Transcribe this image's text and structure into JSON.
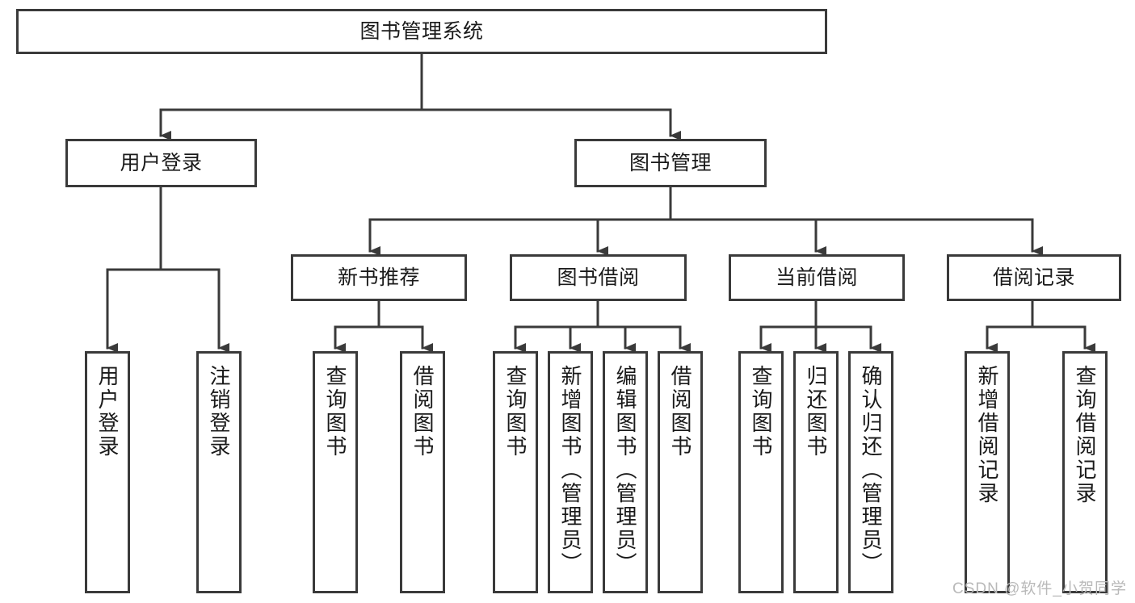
{
  "diagram": {
    "title": "图书管理系统",
    "type": "tree-hierarchy-chart",
    "orientation": "top-down",
    "colors": {
      "box_border": "#3a3a3a",
      "box_fill": "#ffffff",
      "edge": "#3a3a3a",
      "text": "#1a1a1a",
      "watermark": "#b9b9b9",
      "background": "#ffffff"
    },
    "root": {
      "id": "root",
      "label": "图书管理系统"
    },
    "level2": [
      {
        "id": "user-login",
        "label": "用户登录"
      },
      {
        "id": "book-manage",
        "label": "图书管理"
      }
    ],
    "level3": [
      {
        "id": "new-book-recommend",
        "label": "新书推荐",
        "parent": "book-manage"
      },
      {
        "id": "book-borrow",
        "label": "图书借阅",
        "parent": "book-manage"
      },
      {
        "id": "current-borrow",
        "label": "当前借阅",
        "parent": "book-manage"
      },
      {
        "id": "borrow-record",
        "label": "借阅记录",
        "parent": "book-manage"
      }
    ],
    "leaves": [
      {
        "id": "leaf-user-login",
        "label": "用户登录",
        "parent": "user-login"
      },
      {
        "id": "leaf-logout-login",
        "label": "注销登录",
        "parent": "user-login"
      },
      {
        "id": "leaf-query-book-1",
        "label": "查询图书",
        "parent": "new-book-recommend"
      },
      {
        "id": "leaf-borrow-book-1",
        "label": "借阅图书",
        "parent": "new-book-recommend"
      },
      {
        "id": "leaf-query-book-2",
        "label": "查询图书",
        "parent": "book-borrow"
      },
      {
        "id": "leaf-add-book",
        "label": "新增图书（管理员）",
        "parent": "book-borrow"
      },
      {
        "id": "leaf-edit-book",
        "label": "编辑图书（管理员）",
        "parent": "book-borrow"
      },
      {
        "id": "leaf-borrow-book-2",
        "label": "借阅图书",
        "parent": "book-borrow"
      },
      {
        "id": "leaf-query-book-3",
        "label": "查询图书",
        "parent": "current-borrow"
      },
      {
        "id": "leaf-return-book",
        "label": "归还图书",
        "parent": "current-borrow"
      },
      {
        "id": "leaf-confirm-return",
        "label": "确认归还（管理员）",
        "parent": "current-borrow"
      },
      {
        "id": "leaf-add-record",
        "label": "新增借阅记录",
        "parent": "borrow-record"
      },
      {
        "id": "leaf-query-record",
        "label": "查询借阅记录",
        "parent": "borrow-record"
      }
    ]
  },
  "watermark": {
    "text": "CSDN @软件_小贺同学"
  }
}
